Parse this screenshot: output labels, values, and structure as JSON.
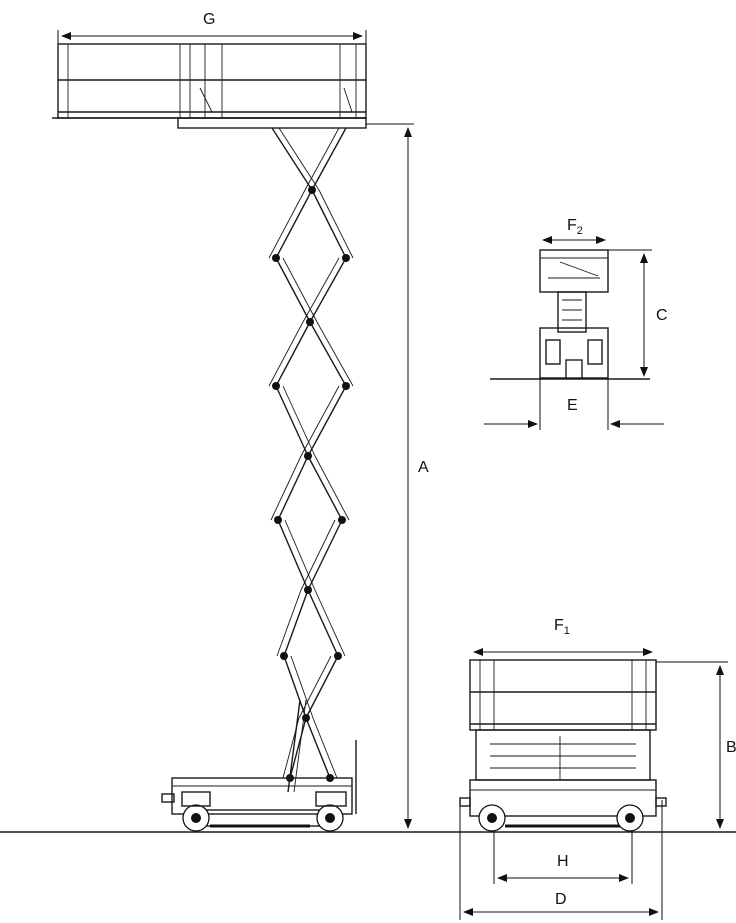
{
  "labels": {
    "G": "G",
    "A": "A",
    "F2_main": "F",
    "F2_sub": "2",
    "C": "C",
    "E": "E",
    "F1_main": "F",
    "F1_sub": "1",
    "B": "B",
    "H": "H",
    "D": "D"
  },
  "colors": {
    "line": "#111111",
    "background": "#ffffff"
  }
}
